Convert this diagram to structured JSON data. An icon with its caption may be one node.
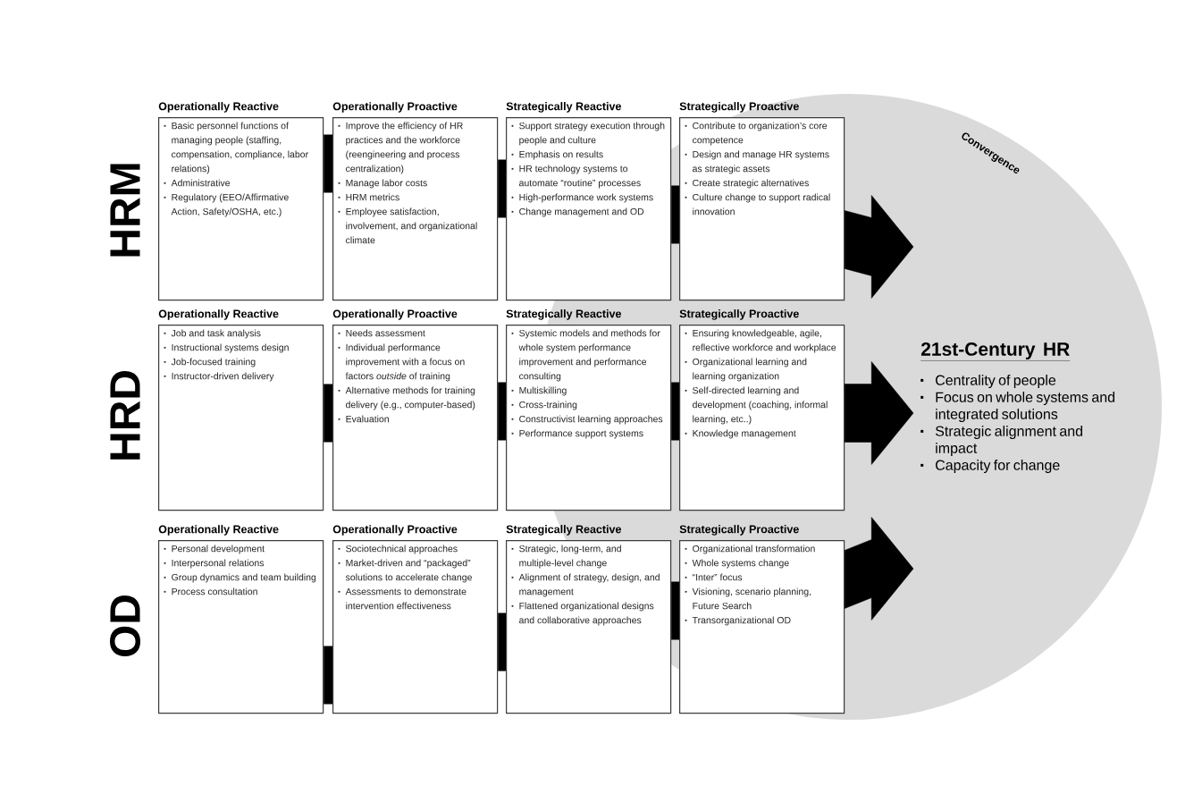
{
  "diagram": {
    "nodes": [
      {
        "text": [
          "Operationally Reactive",
          "Basic personnel functions of managing people (staffing, compensation, compliance, labor relations)",
          "Administrative",
          "Regulatory (EEO/Affirmative Action, Safety/OSHA, etc.)"
        ]
      },
      {
        "text": [
          "Operationally Proactive",
          "Improve the efficiency of HR practices and the workforce (reengineering and process centralization)",
          "Manage labor costs",
          "HRM metrics",
          "Employee satisfaction, involvement, and organizational climate"
        ]
      },
      {
        "text": [
          "Strategically Reactive",
          "Support strategy execution through people and culture",
          "Emphasis on results",
          "HR technology systems to automate “routine” processes",
          "High-performance work systems",
          "Change management and OD"
        ]
      },
      {
        "text": [
          "Strategically Proactive",
          "Contribute to organization’s core competence",
          "Design and manage HR systems as strategic assets",
          "Create strategic alternatives",
          "Culture change to support radical innovation"
        ]
      },
      {
        "text": [
          "Operationally Reactive",
          "Job and task analysis",
          "Instructional systems design",
          "Job-focused training",
          "Instructor-driven delivery"
        ]
      },
      {
        "text": [
          "Operationally Proactive",
          "Needs assessment",
          "Individual performance improvement with a focus on factors *outside* of training",
          "Alternative methods for training delivery (e.g., computer-based)",
          "Evaluation"
        ]
      },
      {
        "text": [
          "Strategically Reactive",
          "Systemic models and methods for whole system performance improvement and performance consulting",
          "Multiskilling",
          "Cross-training",
          "Constructivist learning approaches",
          "Performance support systems"
        ]
      },
      {
        "text": [
          "Strategically Proactive",
          "Ensuring knowledgeable, agile, reflective workforce and workplace",
          "Organizational learning and learning organization",
          "Self-directed learning and development (coaching, informal learning, etc..)",
          "Knowledge management"
        ]
      },
      {
        "text": [
          "Operationally Reactive",
          "Personal development",
          "Interpersonal relations",
          "Group dynamics and team building",
          "Process consultation"
        ]
      },
      {
        "text": [
          "Operationally Proactive",
          "Sociotechnical approaches",
          "Market-driven and “packaged” solutions to accelerate change",
          "Assessments to demonstrate intervention effectiveness"
        ]
      },
      {
        "text": [
          "Strategically Reactive",
          "Strategic, long-term, and multiple-level change",
          "Alignment of strategy, design, and management",
          "Flattened organizational designs and collaborative approaches"
        ]
      },
      {
        "text": [
          "Strategically Proactive",
          "Organizational transformation",
          "Whole systems change",
          "“Inter” focus",
          "Visioning, scenario planning, Future Search",
          "Transorganizational OD"
        ]
      },
      {
        "text": [
          "21st-Century HR",
          "Centrality of people",
          "Focus on whole systems and integrated solutions",
          "Strategic alignment and impact",
          "Capacity for change"
        ]
      }
    ],
    "edges": [
      {
        "from": 0,
        "to": 1,
        "arrow": "none"
      },
      {
        "from": 1,
        "to": 2,
        "arrow": "none"
      },
      {
        "from": 2,
        "to": 3,
        "arrow": "none"
      },
      {
        "from": 3,
        "to": 12,
        "arrow": "to"
      },
      {
        "from": 4,
        "to": 5,
        "arrow": "none"
      },
      {
        "from": 5,
        "to": 6,
        "arrow": "none"
      },
      {
        "from": 6,
        "to": 7,
        "arrow": "none"
      },
      {
        "from": 7,
        "to": 12,
        "arrow": "to"
      },
      {
        "from": 8,
        "to": 9,
        "arrow": "none"
      },
      {
        "from": 9,
        "to": 10,
        "arrow": "none"
      },
      {
        "from": 10,
        "to": 11,
        "arrow": "none"
      },
      {
        "from": 11,
        "to": 12,
        "arrow": "to"
      }
    ],
    "labels": [
      "HRM",
      "HRD",
      "OD",
      "Convergence"
    ]
  }
}
